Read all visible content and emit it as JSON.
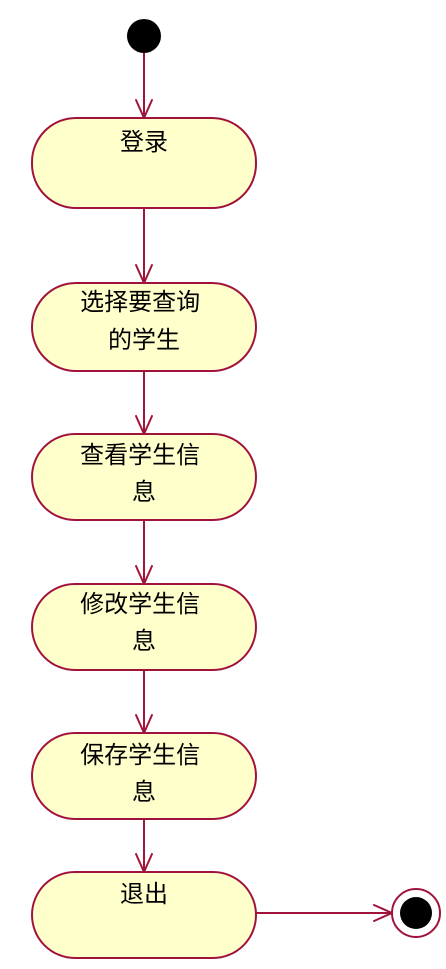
{
  "colors": {
    "box_fill": "#ffffcc",
    "box_stroke": "#a0143c",
    "line": "#a0143c",
    "node": "#000000"
  },
  "activities": [
    {
      "id": "login",
      "lines": [
        "登录"
      ]
    },
    {
      "id": "select-student",
      "lines": [
        "选择要查询",
        "的学生"
      ]
    },
    {
      "id": "view-info",
      "lines": [
        "查看学生信",
        "息"
      ]
    },
    {
      "id": "modify-info",
      "lines": [
        "修改学生信",
        "息"
      ]
    },
    {
      "id": "save-info",
      "lines": [
        "保存学生信",
        "息"
      ]
    },
    {
      "id": "logout",
      "lines": [
        "退出"
      ]
    }
  ]
}
